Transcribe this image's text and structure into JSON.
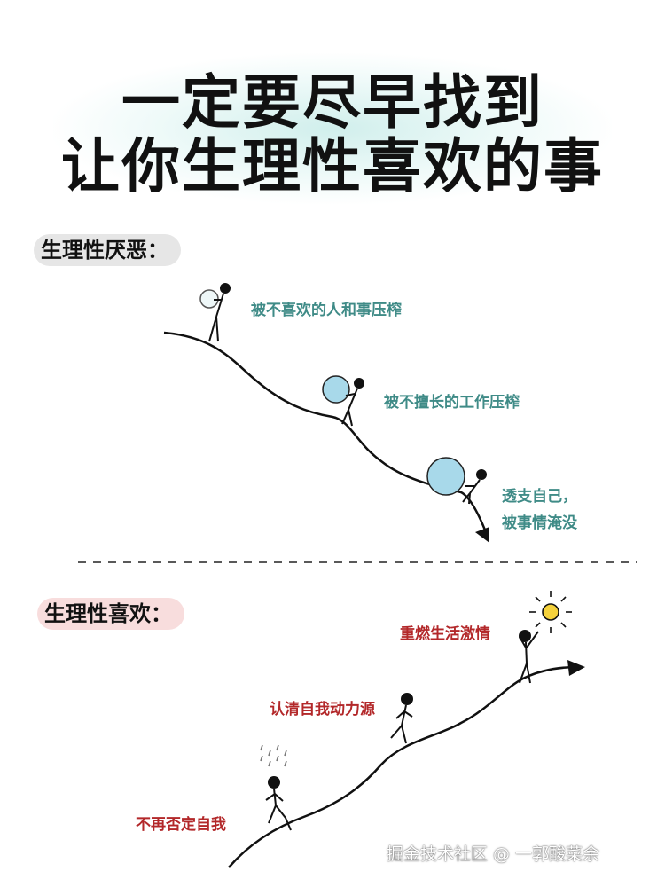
{
  "title": {
    "line1": "一定要尽早找到",
    "line2": "让你生理性喜欢的事"
  },
  "section_aversion": {
    "label": "生理性厌恶：",
    "captions": {
      "step1": "被不喜欢的人和事压榨",
      "step2": "被不擅长的工作压榨",
      "step3_line1": "透支自己，",
      "step3_line2": "被事情淹没"
    }
  },
  "section_love": {
    "label": "生理性喜欢：",
    "captions": {
      "step1": "不再否定自我",
      "step2": "认清自我动力源",
      "step3": "重燃生活激情"
    }
  },
  "watermark": "掘金技术社区 @ 一郭酸菜余",
  "colors": {
    "teal_text": "#3f8b87",
    "red_text": "#b3282a",
    "boulder_fill": "#a8d9ea",
    "sun_fill": "#f5d23c"
  }
}
